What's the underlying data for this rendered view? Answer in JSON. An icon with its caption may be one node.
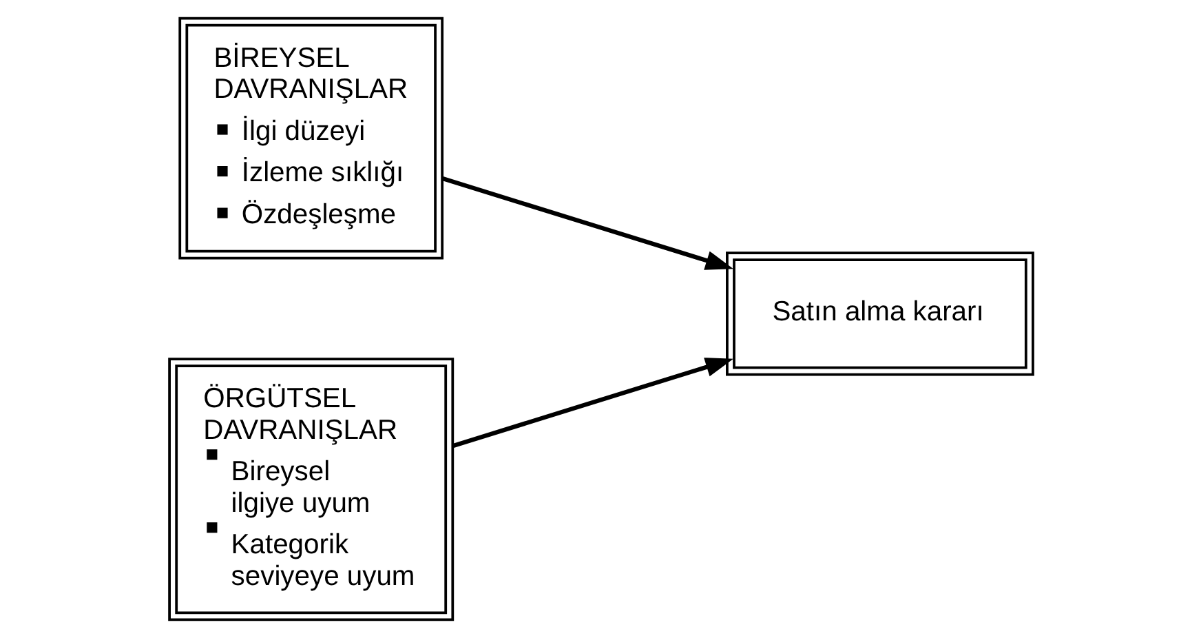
{
  "diagram": {
    "nodes": [
      {
        "text": [
          "BİREYSEL DAVRANIŞLAR",
          "İlgi düzeyi",
          "İzleme sıklığı",
          "Özdeşleşme"
        ]
      },
      {
        "text": [
          "ÖRGÜTSEL DAVRANIŞLAR",
          "Bireysel ilgiye uyum",
          "Kategorik seviyeye uyum"
        ]
      },
      {
        "text": [
          "Satın alma kararı"
        ]
      }
    ],
    "edges": [
      {
        "from": 0,
        "to": 2,
        "arrow": "to"
      },
      {
        "from": 1,
        "to": 2,
        "arrow": "to"
      }
    ]
  }
}
